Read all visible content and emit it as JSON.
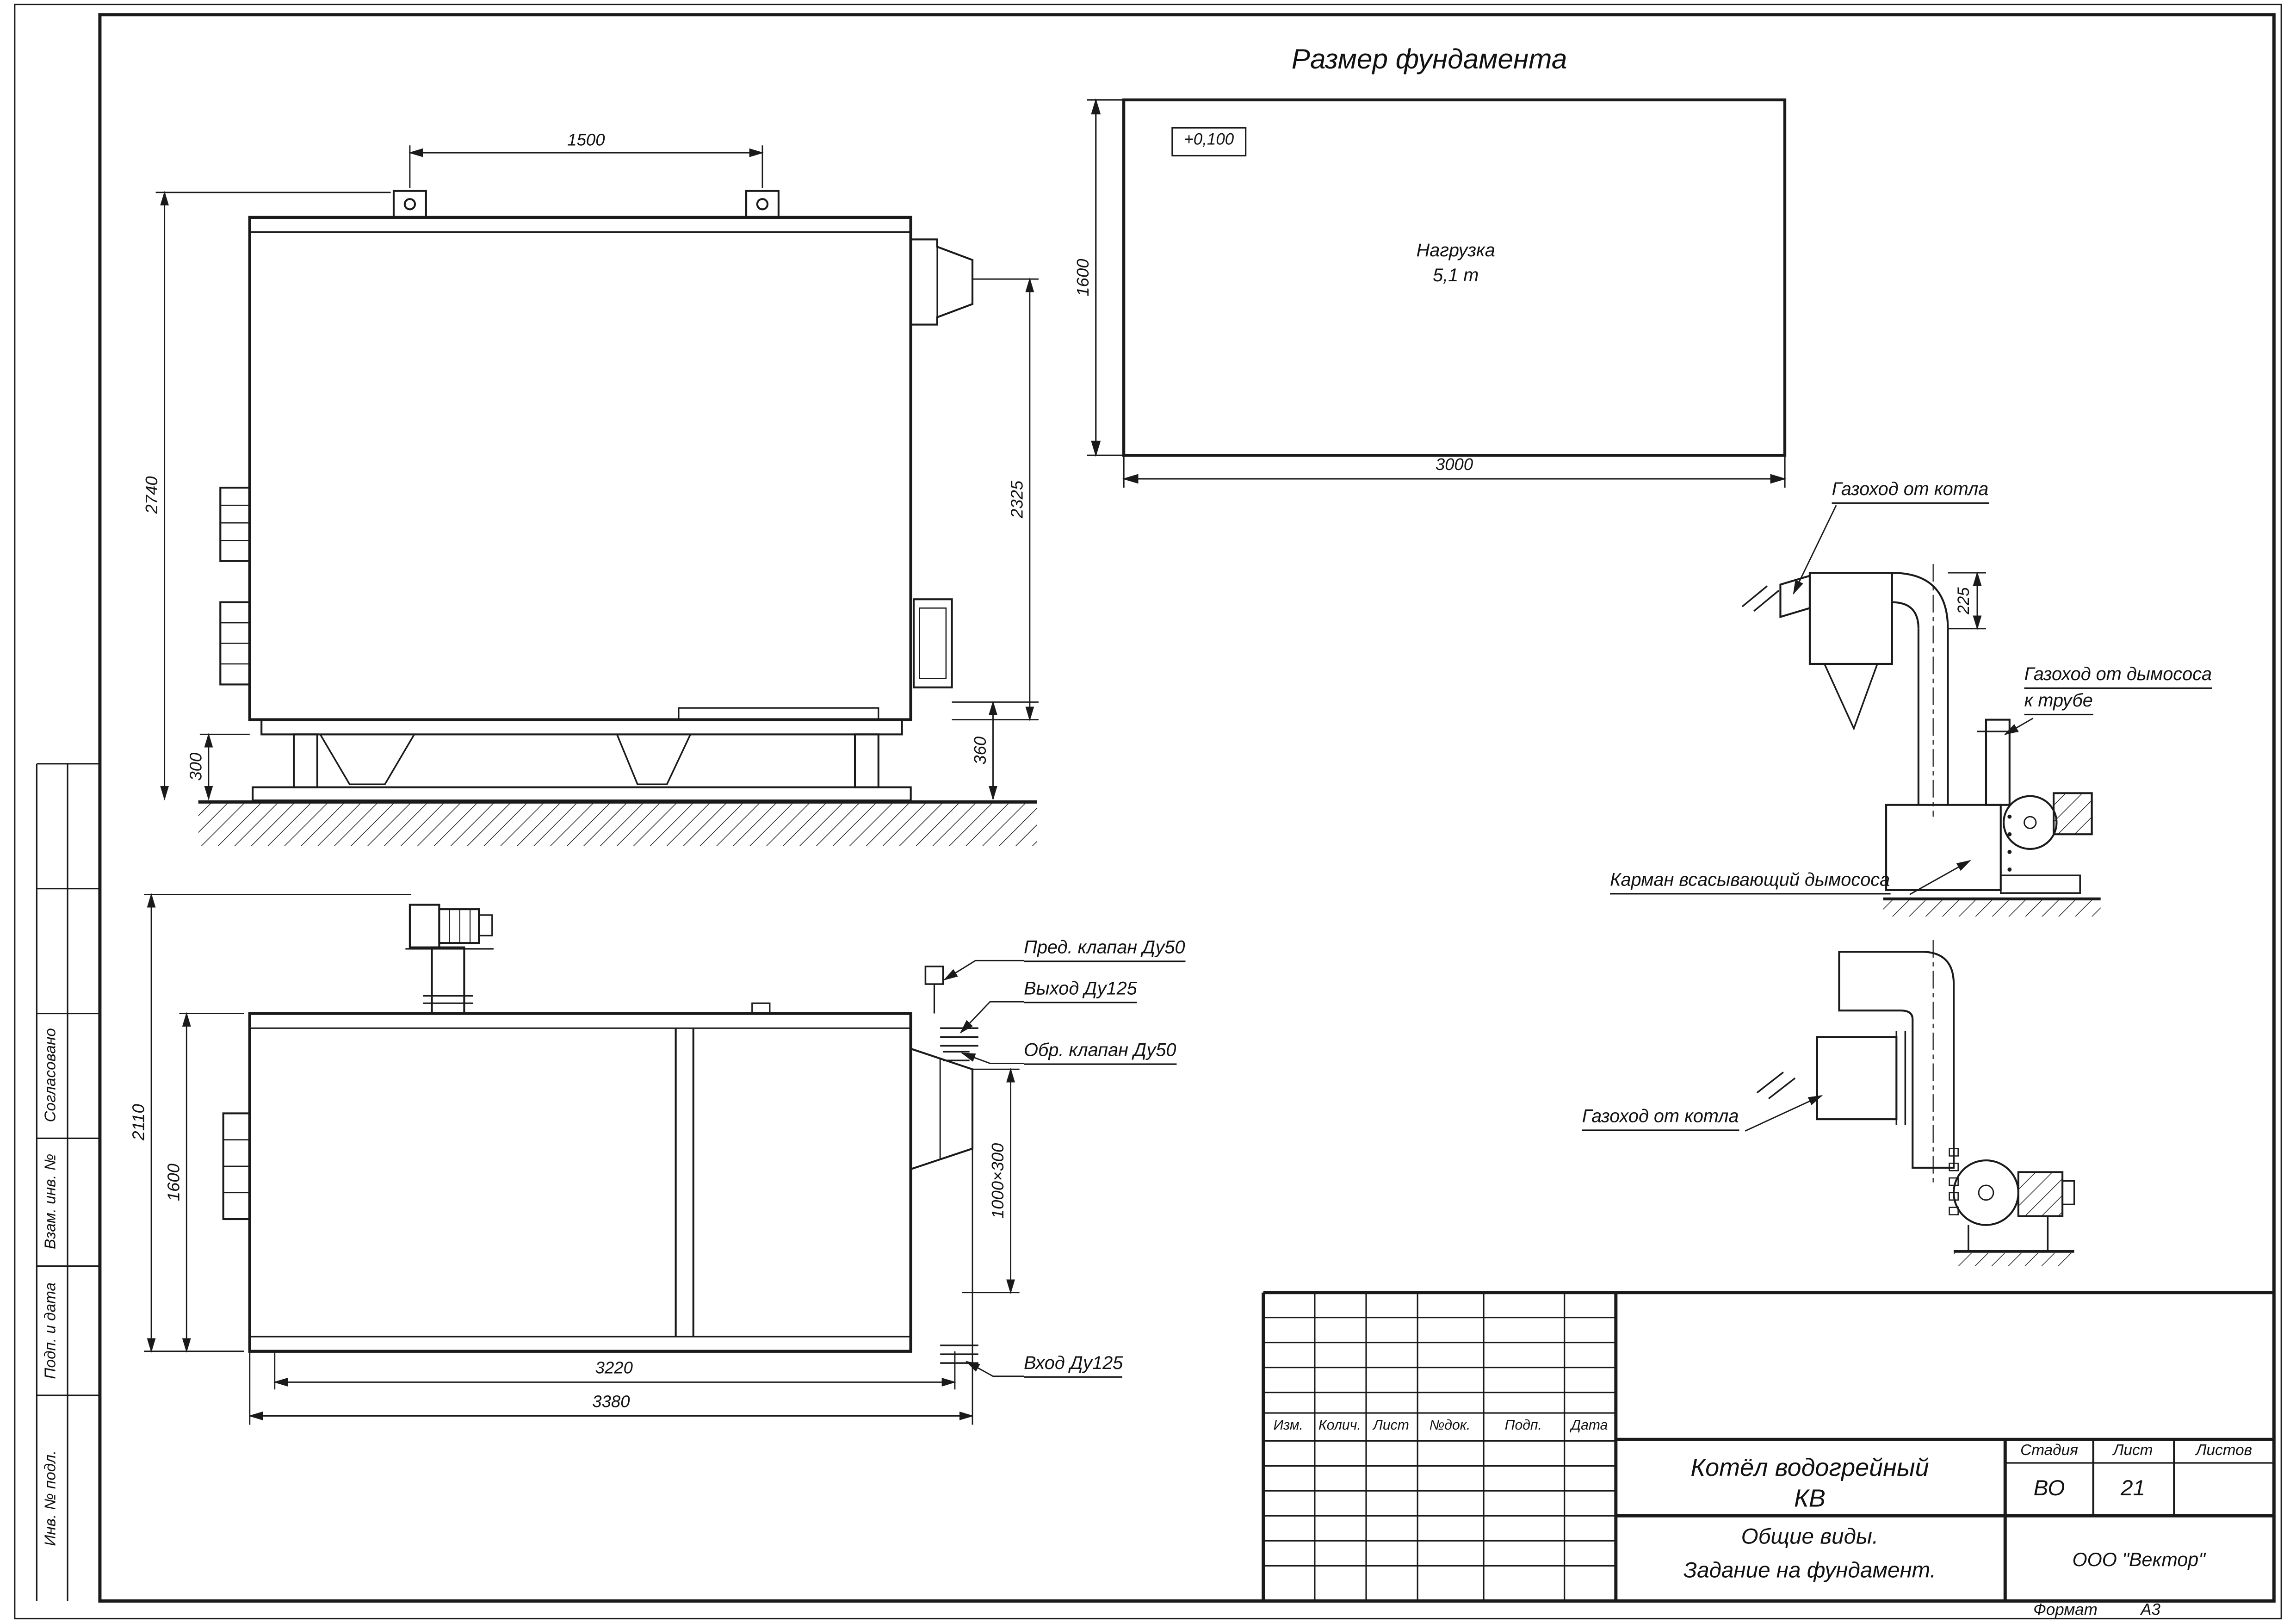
{
  "page": {
    "format_label": "Формат",
    "format_value": "А3"
  },
  "left_strip": {
    "items": [
      "Согласовано",
      "Взам. инв. №",
      "Подп. и дата",
      "Инв. № подл."
    ]
  },
  "foundation_plan": {
    "title": "Размер фундамента",
    "elevation_mark": "+0,100",
    "load_label": "Нагрузка",
    "load_value": "5,1 т",
    "dim_width": "3000",
    "dim_depth": "1600"
  },
  "side_view": {
    "dim_lug_spacing": "1500",
    "dim_height_overall": "2740",
    "dim_height_flue": "2325",
    "dim_frame_height": "300",
    "dim_base_height": "360"
  },
  "plan_view": {
    "dim_height_overall": "2110",
    "dim_width_body": "1600",
    "dim_flue_opening": "1000×300",
    "dim_length_body": "3220",
    "dim_length_overall": "3380",
    "label_safety_valve": "Пред. клапан Ду50",
    "label_outlet": "Выход Ду125",
    "label_check_valve": "Обр. клапан Ду50",
    "label_inlet": "Вход Ду125"
  },
  "flue_upper": {
    "label_boiler_flue": "Газоход от котла",
    "dim_offset": "225",
    "label_exhauster_flue_1": "Газоход от дымососа",
    "label_exhauster_flue_2": "к трубе",
    "label_suction_pocket": "Карман всасывающий дымососа"
  },
  "flue_lower": {
    "label_boiler_flue": "Газоход от котла"
  },
  "title_block": {
    "columns": [
      "Изм.",
      "Колич.",
      "Лист",
      "№док.",
      "Подп.",
      "Дата"
    ],
    "doc_name_1": "Котёл водогрейный",
    "doc_name_2": "КВ",
    "stage_label": "Стадия",
    "sheet_label": "Лист",
    "sheets_label": "Листов",
    "stage_value": "ВО",
    "sheet_value": "21",
    "subtitle_1": "Общие виды.",
    "subtitle_2": "Задание на фундамент.",
    "company": "ООО \"Вектор\""
  }
}
